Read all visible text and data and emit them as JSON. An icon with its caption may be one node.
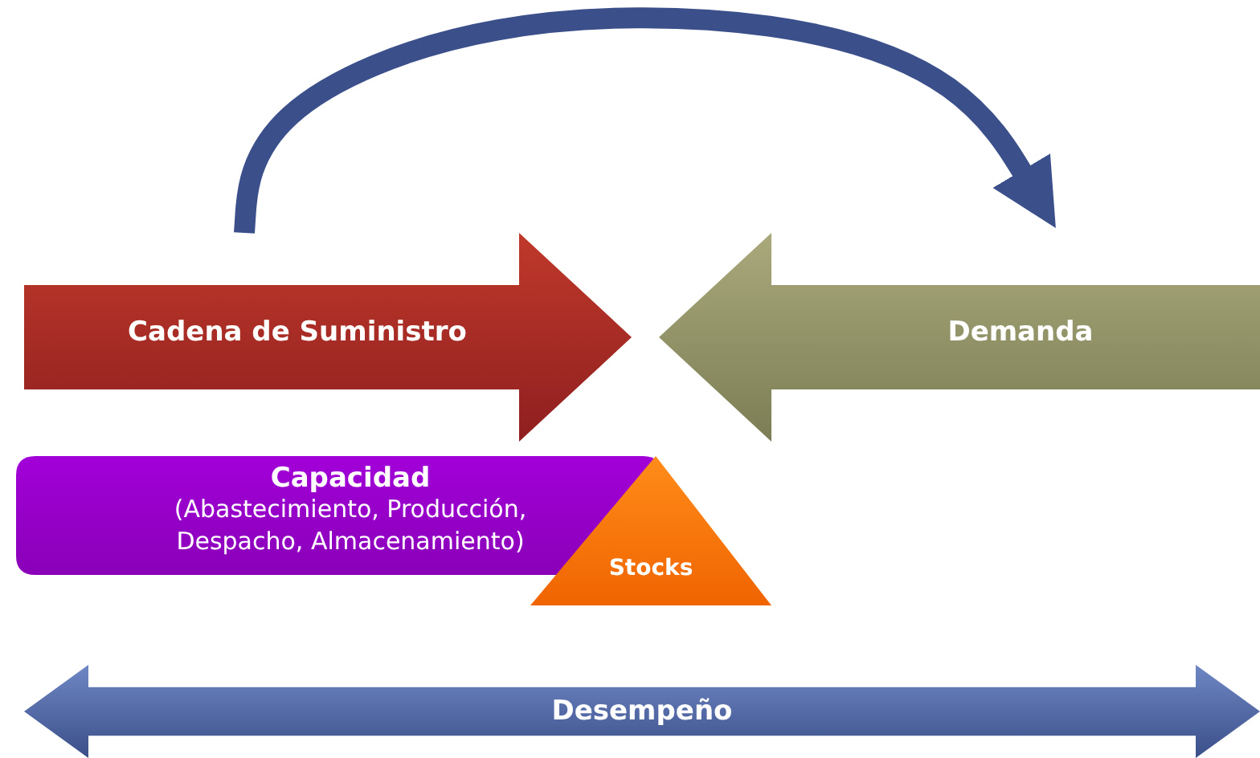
{
  "diagram": {
    "nodes": [
      {
        "text": [
          "Cadena de Suministro"
        ]
      },
      {
        "text": [
          "Demanda"
        ]
      },
      {
        "text": [
          "Capacidad",
          "(Abastecimiento, Producción, Despacho, Almacenamiento)"
        ]
      },
      {
        "text": [
          "Stocks"
        ]
      },
      {
        "text": [
          "Desempeño"
        ]
      }
    ],
    "edges": [
      {
        "from": 0,
        "to": 1,
        "arrow": "to"
      }
    ]
  }
}
